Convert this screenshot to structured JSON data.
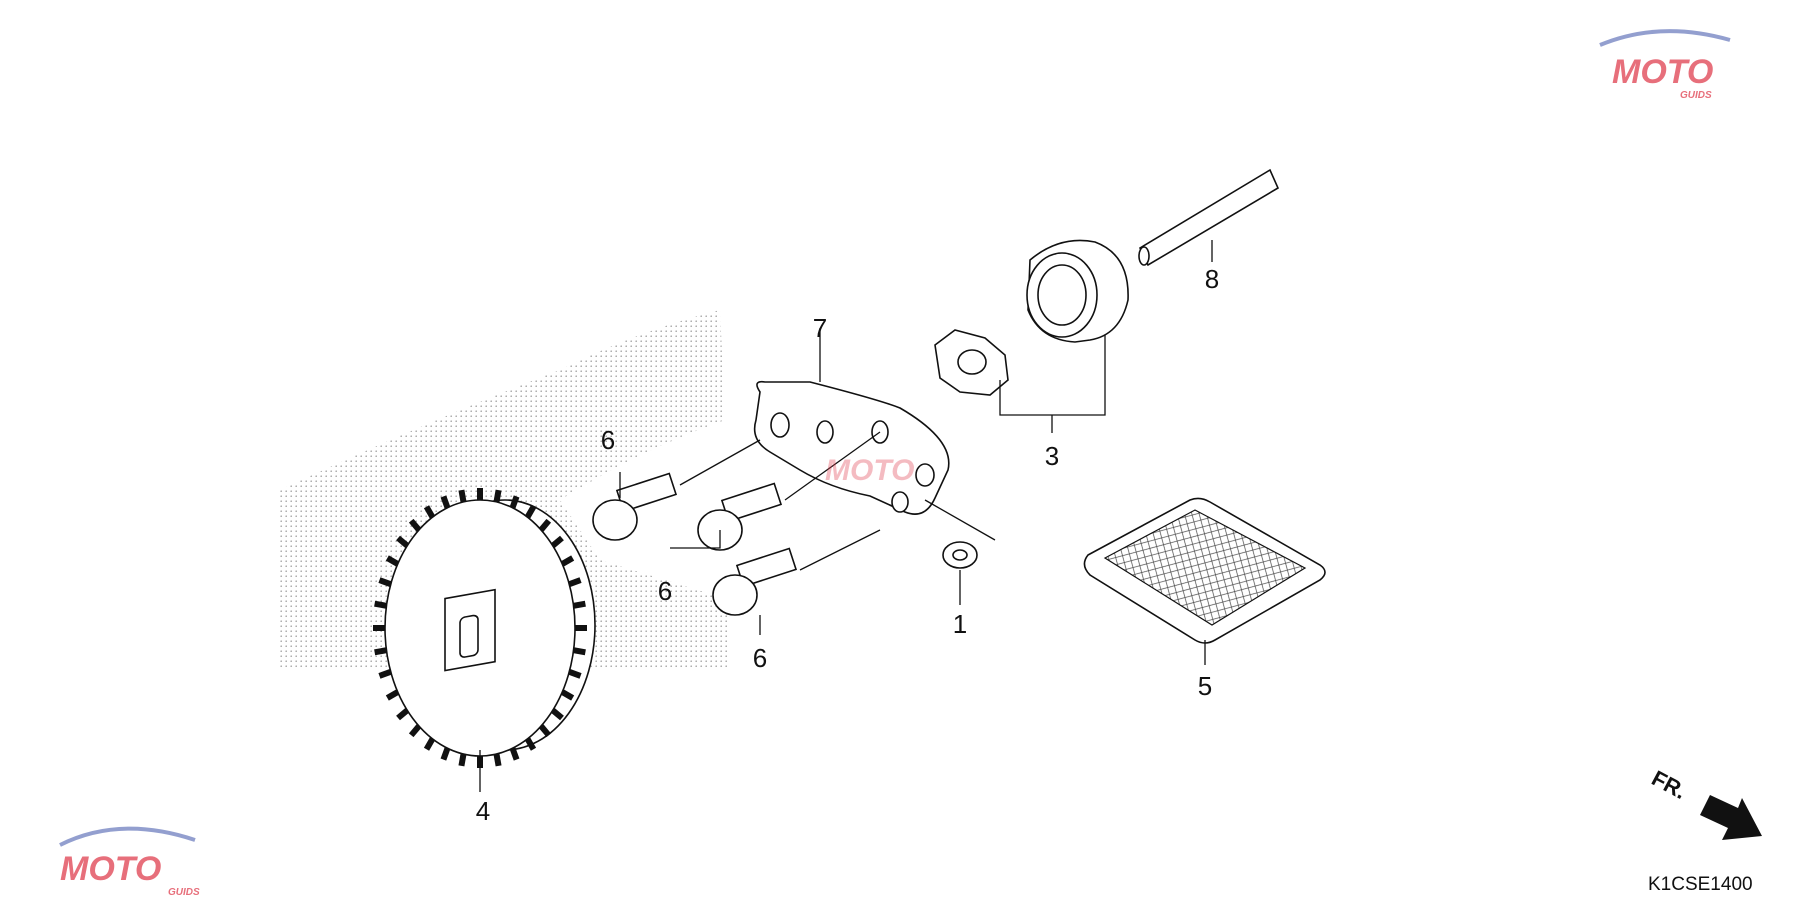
{
  "callouts": [
    {
      "id": "c1",
      "label": "1"
    },
    {
      "id": "c3",
      "label": "3"
    },
    {
      "id": "c4",
      "label": "4"
    },
    {
      "id": "c5",
      "label": "5"
    },
    {
      "id": "c6a",
      "label": "6"
    },
    {
      "id": "c6b",
      "label": "6"
    },
    {
      "id": "c6c",
      "label": "6"
    },
    {
      "id": "c7",
      "label": "7"
    },
    {
      "id": "c8",
      "label": "8"
    }
  ],
  "direction_label": "FR.",
  "diagram_code": "K1CSE1400",
  "watermark": {
    "text": "MOTO",
    "subtext": "GUIDS",
    "color_primary": "#e04050",
    "color_secondary": "#7080c0"
  }
}
